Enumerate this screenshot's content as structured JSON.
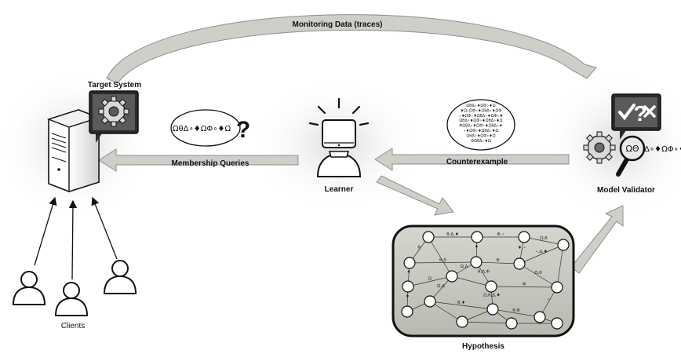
{
  "labels": {
    "monitoring": "Monitoring Data (traces)",
    "target_system": "Target System",
    "membership_queries": "Membership Queries",
    "learner": "Learner",
    "counterexample": "Counterexample",
    "model_validator": "Model Validator",
    "clients": "Clients",
    "hypothesis": "Hypothesis"
  },
  "query_bubble": {
    "text": "ΩθΔ∘♦ΩΦ∘♦Ω",
    "mark": "?"
  },
  "counterexample_bubble": {
    "lines": [
      "ΩθΔ∘♦ΩΦ∘♦Ω",
      "♦Ω∘ΩΦ∘♦ΩθΔ∘♦ΩΦ",
      "∘♦ΩΦ∘♦ΩθΔ∘♦ΩΦ∘♦",
      "ΩθΔ∘♦ΩΦ∘♦ΩθΔ∘♦Ω",
      "ΦΩθΔ∘♦ΩΦ∘♦ΩθΔ∘♦",
      "∘♦ΩΦ∘♦ΩθΔ∘♦Ω",
      "ΩθΔ∘♦ΩΦ∘♦Ω",
      "ΦΩθΔ∘♦Ω"
    ]
  },
  "validator_trace": "Δ∘♦ΩΦ∘♦Ω",
  "validator_badge": {
    "mark": "?"
  },
  "hypothesis_edges": [
    "θ,Δ,♦",
    "Φ,∘",
    "Ω,θ",
    "θ",
    "θ,Δ",
    "Φ",
    "♦",
    "∘,Δ,♦",
    "♦,∘",
    "♦",
    "Ω",
    "Ω,Δ",
    "θ,Δ,Φ",
    "Ω,θ",
    "Φ",
    "Ω,Δ",
    "θ,♦",
    "Ω,θ,Δ,♦",
    "θ,Φ",
    "∘",
    "♦"
  ],
  "colors": {
    "arrow_fill": "#c9c9c4",
    "arrow_stroke": "#8f8f8a",
    "automaton_bg": "#cfcfc7",
    "dark": "#1a1a1a"
  }
}
